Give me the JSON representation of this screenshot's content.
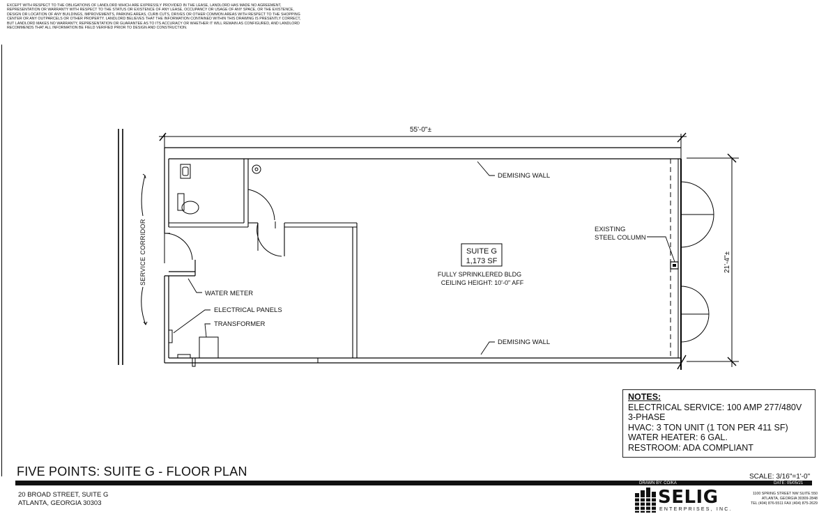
{
  "disclaimer": "EXCEPT WITH RESPECT TO THE OBLIGATIONS OF LANDLORD WHICH ARE EXPRESSLY PROVIDED IN THE LEASE, LANDLORD HAS MADE NO AGREEMENT, REPRESENTATION OR WARRANTY WITH RESPECT TO THE STATUS OR EXISTENCE OF ANY LEASE, OCCUPANCY OR USAGE OF ANY SPACE, OR THE EXISTENCE, DESIGN OR LOCATION OF ANY BUILDINGS, IMPROVEMENTS, PARKING AREAS, CURB CUTS, DRIVES OR OTHER COMMON AREAS WITH RESPECT TO THE SHOPPING CENTER OR ANY OUTPARCELS OR OTHER PROPERTY.   LANDLORD BELIEVES THAT THE INFORMATION CONTAINED WITHIN THIS DRAWING IS PRESENTLY CORRECT, BUT LANDLORD MAKES NO WARRANTY, REPRESENTATION OR GUARANTEE AS TO ITS ACCURACY OR WHETHER IT WILL REMAIN AS CONFIGURED, AND LANDLORD RECOMMENDS THAT ALL INFORMATION BE FIELD VERIFIED PRIOR TO DESIGN AND CONSTRUCTION.",
  "plan": {
    "width_dim": "55'-0\"±",
    "depth_dim": "21'-4\"±",
    "service_corridor": "SERVICE CORRIDOR",
    "demising_wall_top": "DEMISING WALL",
    "demising_wall_bottom": "DEMISING WALL",
    "steel_column_line1": "EXISTING",
    "steel_column_line2": "STEEL COLUMN",
    "suite_name": "SUITE G",
    "suite_area": "1,173 SF",
    "sprinkler": "FULLY SPRINKLERED BLDG",
    "ceiling": "CEILING HEIGHT: 10'-0\" AFF",
    "water_meter": "WATER METER",
    "electrical_panels": "ELECTRICAL PANELS",
    "transformer": "TRANSFORMER"
  },
  "notes": {
    "header": "NOTES:",
    "lines": [
      "ELECTRICAL SERVICE: 100 AMP 277/480V",
      "3-PHASE",
      "HVAC: 3 TON UNIT (1 TON PER 411 SF)",
      "WATER HEATER: 6 GAL.",
      "RESTROOM: ADA COMPLIANT"
    ]
  },
  "title_block": {
    "title": "FIVE POINTS: SUITE G - FLOOR PLAN",
    "scale": "SCALE: 3/16\"=1'-0\"",
    "drawn_by": "DRAWN BY: CO/KA",
    "date": "DATE: 05/05/21",
    "address_line1": "20 BROAD STREET, SUITE G",
    "address_line2": "ATLANTA, GEORGIA  30303"
  },
  "company": {
    "name": "SELIG",
    "tagline": "ENTERPRISES, INC.",
    "contact_line1": "1100 SPRING STREET NW SUITE 550",
    "contact_line2": "ATLANTA, GEORGIA 30309-2848",
    "contact_line3": "TEL (404) 876-5511 FAX (404) 875-2629"
  }
}
